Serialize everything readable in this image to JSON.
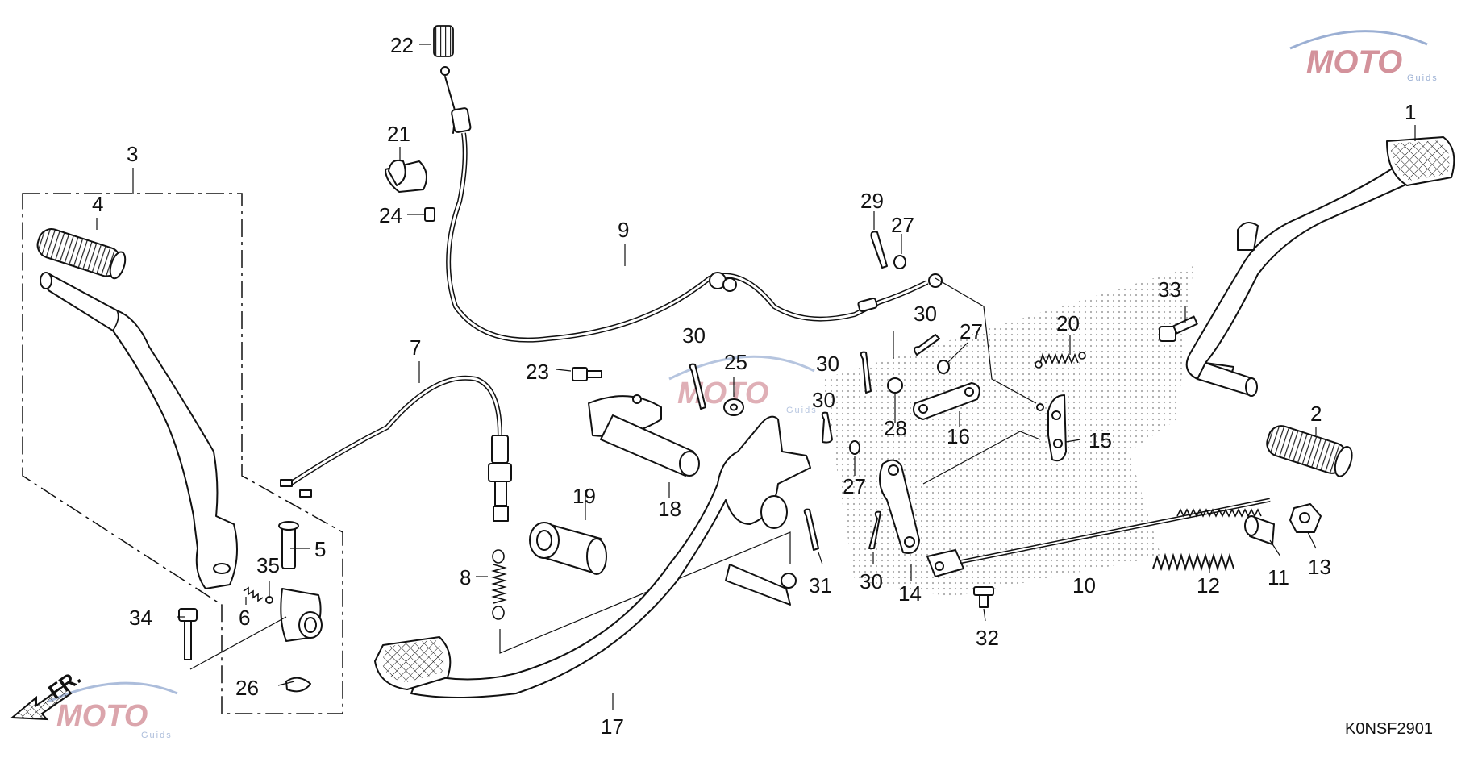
{
  "diagram": {
    "code": "K0NSF2901",
    "direction_label": "FR.",
    "watermark": {
      "brand": "MOTO",
      "sub": "Guids"
    },
    "colors": {
      "ink": "#111111",
      "watermark": "#b03a4a",
      "watermark_blue": "#4a6fb0",
      "shade": "#9a9a9a"
    },
    "labels": [
      "1",
      "2",
      "3",
      "4",
      "5",
      "6",
      "7",
      "8",
      "9",
      "10",
      "11",
      "12",
      "13",
      "14",
      "15",
      "16",
      "17",
      "18",
      "19",
      "20",
      "21",
      "22",
      "23",
      "24",
      "25",
      "26",
      "27",
      "27",
      "27",
      "28",
      "29",
      "30",
      "30",
      "30",
      "30",
      "30",
      "31",
      "32",
      "33",
      "34",
      "35"
    ]
  }
}
